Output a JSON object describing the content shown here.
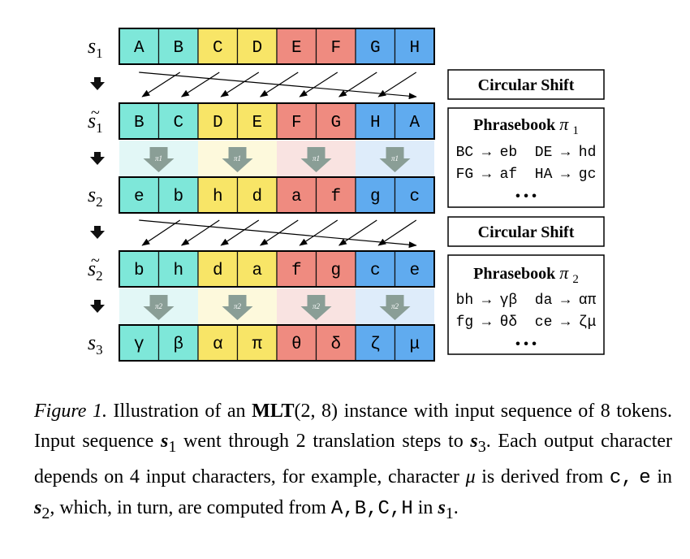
{
  "row_labels": [
    {
      "base": "s",
      "sub": "1",
      "tilde": false
    },
    {
      "base": "s",
      "sub": "1",
      "tilde": true
    },
    {
      "base": "s",
      "sub": "2",
      "tilde": false
    },
    {
      "base": "s",
      "sub": "2",
      "tilde": true
    },
    {
      "base": "s",
      "sub": "3",
      "tilde": false
    }
  ],
  "rows": [
    [
      "A",
      "B",
      "C",
      "D",
      "E",
      "F",
      "G",
      "H"
    ],
    [
      "B",
      "C",
      "D",
      "E",
      "F",
      "G",
      "H",
      "A"
    ],
    [
      "e",
      "b",
      "h",
      "d",
      "a",
      "f",
      "g",
      "c"
    ],
    [
      "b",
      "h",
      "d",
      "a",
      "f",
      "g",
      "c",
      "e"
    ],
    [
      "γ",
      "β",
      "α",
      "π",
      "θ",
      "δ",
      "ζ",
      "μ"
    ]
  ],
  "colors": {
    "teal": "#7ee7d9",
    "yellow": "#f8e567",
    "red": "#ef8b80",
    "blue": "#60abef",
    "teal_light": "#e2f7f6",
    "yellow_light": "#fdf9dc",
    "red_light": "#f9e3e1",
    "blue_light": "#deecfa",
    "arrow_grey": "#8a9e96",
    "border": "#000000"
  },
  "translation_labels": [
    "π1",
    "π2"
  ],
  "boxes": {
    "shift1": {
      "title": "Circular Shift"
    },
    "phrasebook1": {
      "title": "Phrasebook",
      "symbol": "π",
      "sub": "1",
      "rules": [
        "BC → eb  DE → hd",
        "FG → af  HA → gc"
      ],
      "ellipsis": "• • •"
    },
    "shift2": {
      "title": "Circular Shift"
    },
    "phrasebook2": {
      "title": "Phrasebook",
      "symbol": "π",
      "sub": "2",
      "rules": [
        "bh → γβ  da → απ",
        "fg → θδ  ce → ζμ"
      ],
      "ellipsis": "• • •"
    }
  },
  "caption": {
    "fig_label": "Figure 1.",
    "t1": " Illustration of an ",
    "mlt": "MLT",
    "mlt_args": "(2, 8)",
    "t2": " instance with input sequence of 8 tokens. Input sequence ",
    "s1": "s",
    "s1_sub": "1",
    "t3": " went through 2 translation steps to ",
    "s3": "s",
    "s3_sub": "3",
    "t4": ". Each output character depends on 4 input characters, for example, character ",
    "mu": "μ",
    "t5": " is derived from ",
    "c1": "c,",
    "c2": "e",
    "t6": " in ",
    "s2": "s",
    "s2_sub": "2",
    "t7": ", which, in turn, are computed from ",
    "c3": "A,",
    "c4": "B,",
    "c5": "C,",
    "c6": "H",
    "t8": " in ",
    "s1b": "s",
    "s1b_sub": "1",
    "t9": "."
  }
}
